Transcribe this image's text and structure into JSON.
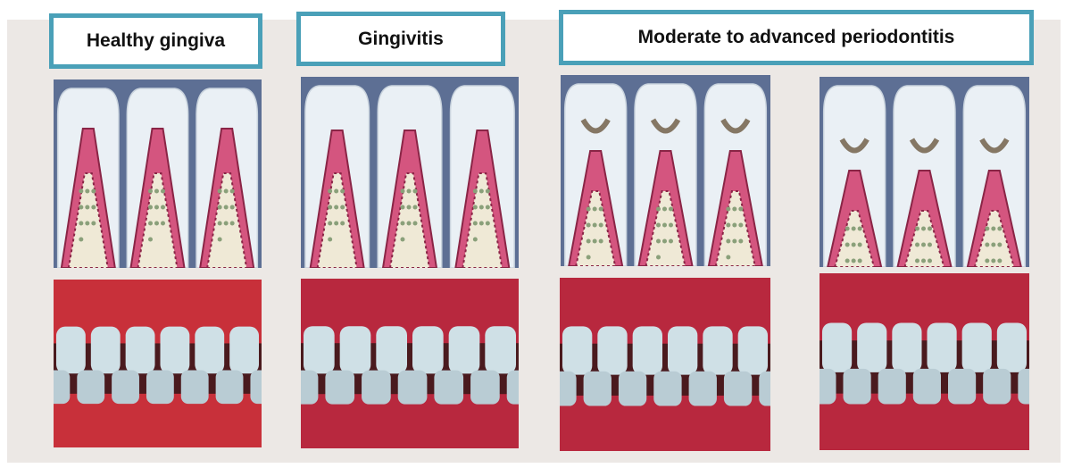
{
  "labels": {
    "healthy": "Healthy gingiva",
    "gingivitis": "Gingivitis",
    "periodontitis": "Moderate to advanced periodontitis"
  },
  "panels": [
    {
      "stage": "healthy",
      "diagram_icon": "tooth-gum-bone-cross-section",
      "photo_icon": "intraoral-photo",
      "inflamed": false
    },
    {
      "stage": "gingivitis",
      "diagram_icon": "tooth-gum-bone-cross-section",
      "photo_icon": "intraoral-photo",
      "inflamed": true
    },
    {
      "stage": "periodontitis-moderate",
      "diagram_icon": "tooth-gum-bone-cross-section",
      "photo_icon": "intraoral-photo",
      "inflamed": true
    },
    {
      "stage": "periodontitis-advanced",
      "diagram_icon": "tooth-gum-bone-cross-section",
      "photo_icon": "intraoral-photo",
      "inflamed": true
    }
  ],
  "colors": {
    "label_border": "#4aa0b8",
    "background": "#5d6f94",
    "tooth": "#eaf0f5",
    "gum": "#d4557f",
    "bone": "#efe9d6",
    "tartar": "#5a4326",
    "photo_gum_healthy": "#c8303a",
    "photo_gum_inflamed": "#b8283e"
  }
}
